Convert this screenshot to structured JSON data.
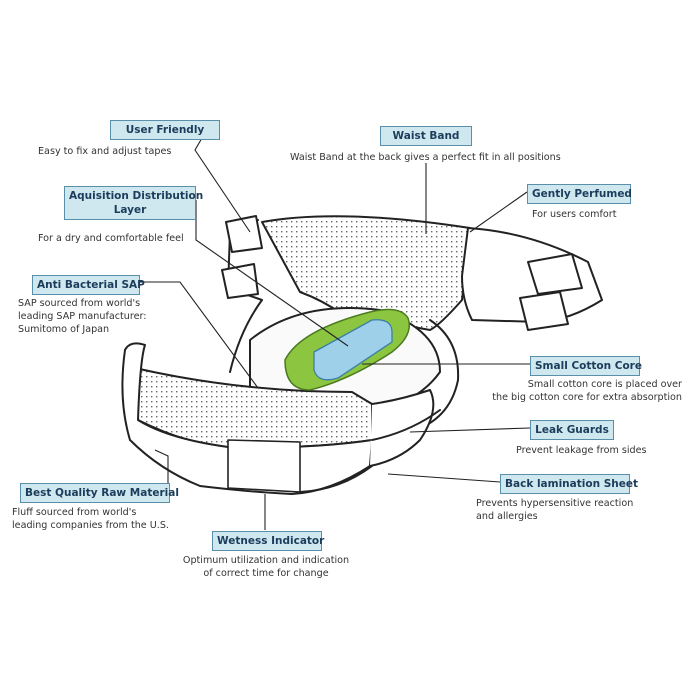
{
  "colors": {
    "label_fill": "#cfe8f0",
    "label_border": "#5a8faa",
    "core_green": "#8cc540",
    "core_blue": "#9fd0ea",
    "line": "#222222"
  },
  "callouts": {
    "user_friendly": {
      "label": "User Friendly",
      "desc": [
        "Easy to fix and adjust tapes"
      ]
    },
    "acquisition": {
      "label": [
        "Aquisition Distribution",
        "Layer"
      ],
      "desc": [
        "For a dry and comfortable feel"
      ]
    },
    "anti_bacterial": {
      "label": "Anti Bacterial SAP",
      "desc": [
        "SAP sourced from world's",
        "leading SAP manufacturer:",
        "Sumitomo of Japan"
      ]
    },
    "best_quality": {
      "label": "Best Quality Raw Material",
      "desc": [
        "Fluff sourced from world's",
        "leading companies from the U.S."
      ]
    },
    "wetness": {
      "label": "Wetness Indicator",
      "desc": [
        "Optimum utilization and indication",
        "of correct time for change"
      ]
    },
    "waist_band": {
      "label": "Waist Band",
      "desc": [
        "Waist Band at the back gives a perfect fit in all positions"
      ]
    },
    "gently_perfumed": {
      "label": "Gently Perfumed",
      "desc": [
        "For users comfort"
      ]
    },
    "small_cotton_core": {
      "label": "Small Cotton Core",
      "desc": [
        "Small cotton core is placed over",
        "the big cotton core for extra absorption"
      ]
    },
    "leak_guards": {
      "label": "Leak Guards",
      "desc": [
        "Prevent leakage from sides"
      ]
    },
    "back_lamination": {
      "label": "Back lamination Sheet",
      "desc": [
        "Prevents hypersensitive reaction",
        "and allergies"
      ]
    }
  }
}
